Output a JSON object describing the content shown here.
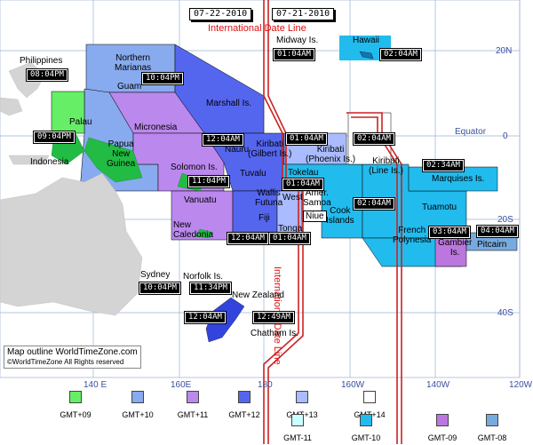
{
  "dates": {
    "left": "07-22-2010",
    "right": "07-21-2010"
  },
  "international_date_line": {
    "top_label": "International   Date Line",
    "side_word1": "International",
    "side_word2": "Date Line"
  },
  "places": {
    "philippines": "Philippines",
    "midway": "Midway Is.",
    "hawaii": "Hawaii",
    "northern_marianas_1": "Northern",
    "northern_marianas_2": "Marianas",
    "guam": "Guam",
    "marshall": "Marshall Is.",
    "palau": "Palau",
    "micronesia": "Micronesia",
    "equator": "Equator",
    "papua_1": "Papua",
    "papua_2": "New",
    "papua_3": "Guinea",
    "indonesia": "Indonesia",
    "kiribati_gilbert_1": "Kiribati",
    "kiribati_gilbert_2": "(Gilbert Is.)",
    "nauru": "Nauru",
    "kiribati_phoenix_1": "Kiribati",
    "kiribati_phoenix_2": "(Phoenix Is.)",
    "kiribati_line_1": "Kiribati",
    "kiribati_line_2": "(Line Is.)",
    "solomon": "Solomon Is.",
    "tuvalu": "Tuvalu",
    "tokelau": "Tokelau",
    "marquises": "Marquises Is.",
    "vanuatu": "Vanuatu",
    "wallis_1": "Wallis",
    "wallis_2": "Futuna",
    "west": "West",
    "amer_samoa_1": "Amer.",
    "amer_samoa_2": "Samoa",
    "cook_1": "Cook",
    "cook_2": "Islands",
    "tuamotu": "Tuamotu",
    "new_caledonia_1": "New",
    "new_caledonia_2": "Caledonia",
    "fiji": "Fiji",
    "niue": "Niue",
    "tonga": "Tonga",
    "french_poly_1": "French",
    "french_poly_2": "Polynesia",
    "gambier_1": "Gambier",
    "gambier_2": "Is.",
    "pitcairn": "Pitcairn",
    "sydney": "Sydney",
    "norfolk": "Norfolk Is.",
    "new_zealand": "New Zealand",
    "chatham": "Chatham Is."
  },
  "times": {
    "philippines": "08:04PM",
    "midway": "01:04AM",
    "hawaii": "02:04AM",
    "guam": "10:04PM",
    "palau": "09:04PM",
    "gilbert": "12:04AM",
    "phoenix": "01:04AM",
    "line": "02:04AM",
    "marquises": "02:34AM",
    "solomon": "11:04PM",
    "samoa": "01:04AM",
    "cook": "02:04AM",
    "tahiti": "03:04AM",
    "pitcairn": "04:04AM",
    "fiji": "12:04AM",
    "tonga": "01:04AM",
    "sydney": "10:04PM",
    "norfolk": "11:34PM",
    "new_zealand": "12:04AM",
    "chatham": "12:49AM"
  },
  "axes": {
    "lat_20n": "20N",
    "lat_0": "0",
    "lat_20s": "20S",
    "lat_40s": "40S",
    "lon_140e": "140 E",
    "lon_160e": "160E",
    "lon_180": "180",
    "lon_160w": "160W",
    "lon_140w": "140W",
    "lon_120w": "120W"
  },
  "credit": {
    "line1": "Map outline WorldTimeZone.com",
    "line2": "©WorldTimeZone  All Rights reserved"
  },
  "legend": [
    {
      "label": "GMT+09",
      "color": "#66ee66"
    },
    {
      "label": "GMT+10",
      "color": "#88aaee"
    },
    {
      "label": "GMT+11",
      "color": "#bb88ee"
    },
    {
      "label": "GMT+12",
      "color": "#5566ee"
    },
    {
      "label": "GMT+13",
      "color": "#aabbff"
    },
    {
      "label": "GMT+14",
      "color": "#ffffff"
    },
    {
      "label": "GMT-11",
      "color": "#ccffff"
    },
    {
      "label": "GMT-10",
      "color": "#22bbee"
    },
    {
      "label": "GMT-09",
      "color": "#bb77dd"
    },
    {
      "label": "GMT-08",
      "color": "#77aadd"
    }
  ]
}
